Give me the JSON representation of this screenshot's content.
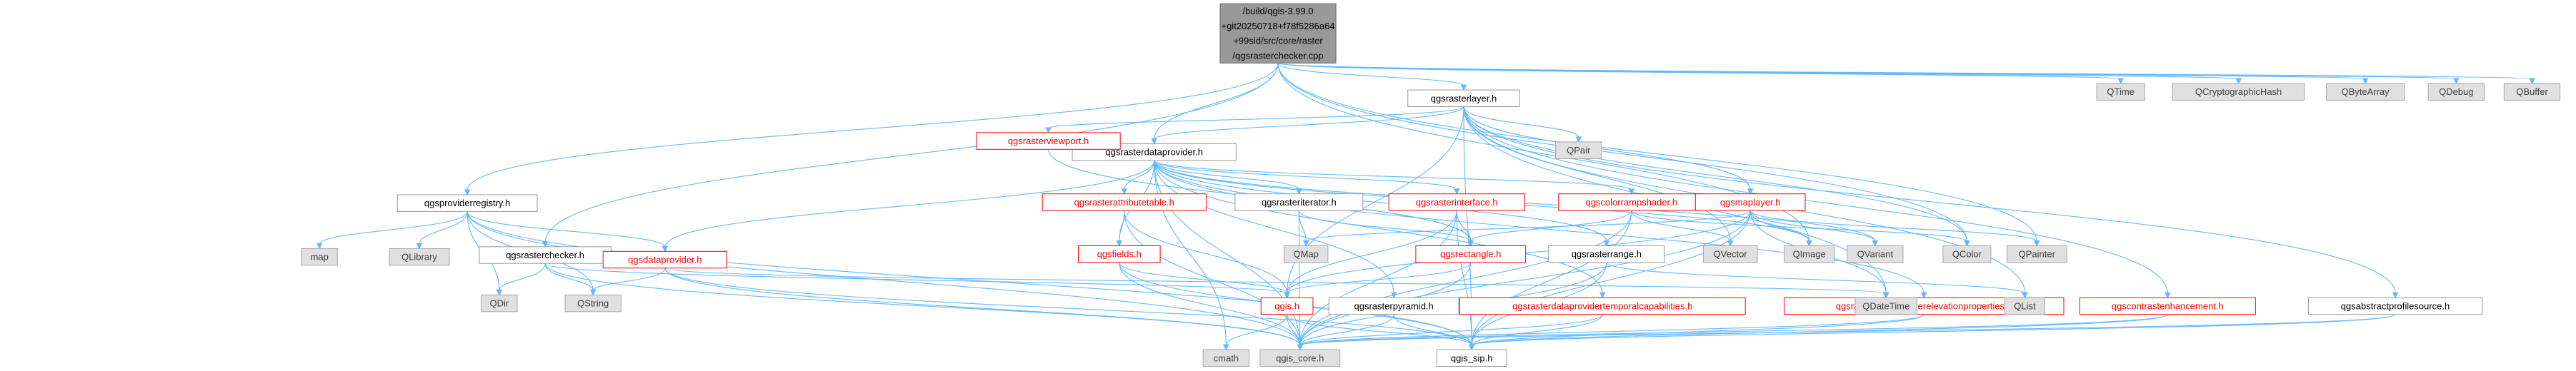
{
  "diagram": {
    "type": "include-dependency-graph",
    "root": {
      "id": "root",
      "lines": [
        "/build/qgis-3.99.0",
        "+git20250718+f78f5286a64",
        "+99sid/src/core/raster",
        "/qgsrasterchecker.cpp"
      ]
    },
    "nodes": [
      {
        "id": "qgsproviderregistry",
        "label": "qgsproviderregistry.h",
        "style": "normal"
      },
      {
        "id": "map",
        "label": "map",
        "style": "gray"
      },
      {
        "id": "qlibrary",
        "label": "QLibrary",
        "style": "gray"
      },
      {
        "id": "qgsrasterchecker_h",
        "label": "qgsrasterchecker.h",
        "style": "normal"
      },
      {
        "id": "qdir",
        "label": "QDir",
        "style": "gray"
      },
      {
        "id": "qstring",
        "label": "QString",
        "style": "gray"
      },
      {
        "id": "qgsdataprovider",
        "label": "qgsdataprovider.h",
        "style": "red"
      },
      {
        "id": "qgsrasterdataprovider",
        "label": "qgsrasterdataprovider.h",
        "style": "normal"
      },
      {
        "id": "qgsrasterviewport",
        "label": "qgsrasterviewport.h",
        "style": "red"
      },
      {
        "id": "qgsrasterlayer",
        "label": "qgsrasterlayer.h",
        "style": "normal"
      },
      {
        "id": "qpair",
        "label": "QPair",
        "style": "gray"
      },
      {
        "id": "qgsrasterattributetable",
        "label": "qgsrasterattributetable.h",
        "style": "red"
      },
      {
        "id": "qgsrasteriterator",
        "label": "qgsrasteriterator.h",
        "style": "normal"
      },
      {
        "id": "qgsrasterinterface",
        "label": "qgsrasterinterface.h",
        "style": "red"
      },
      {
        "id": "qgscolorrampshader",
        "label": "qgscolorrampshader.h",
        "style": "red"
      },
      {
        "id": "qgsmaplayer",
        "label": "qgsmaplayer.h",
        "style": "red"
      },
      {
        "id": "qgsfields",
        "label": "qgsfields.h",
        "style": "red"
      },
      {
        "id": "qmap",
        "label": "QMap",
        "style": "gray"
      },
      {
        "id": "qgsrectangle",
        "label": "qgsrectangle.h",
        "style": "red"
      },
      {
        "id": "qgsrasterrange",
        "label": "qgsrasterrange.h",
        "style": "normal"
      },
      {
        "id": "qvector",
        "label": "QVector",
        "style": "gray"
      },
      {
        "id": "qimage",
        "label": "QImage",
        "style": "gray"
      },
      {
        "id": "qvariant",
        "label": "QVariant",
        "style": "gray"
      },
      {
        "id": "qcolor",
        "label": "QColor",
        "style": "gray"
      },
      {
        "id": "qpainter",
        "label": "QPainter",
        "style": "gray"
      },
      {
        "id": "qgis_h",
        "label": "qgis.h",
        "style": "red"
      },
      {
        "id": "qgsrasterpyramid",
        "label": "qgsrasterpyramid.h",
        "style": "normal"
      },
      {
        "id": "qgsrasterdataprovidertemporalcapabilities",
        "label": "qgsrasterdataprovidertemporalcapabilities.h",
        "style": "red"
      },
      {
        "id": "qgsrasterdataproviderelevationproperties",
        "label": "qgsrasterdataproviderelevationproperties.h",
        "style": "red"
      },
      {
        "id": "qdatetime",
        "label": "QDateTime",
        "style": "gray"
      },
      {
        "id": "qlist",
        "label": "QList",
        "style": "gray"
      },
      {
        "id": "qgscontrastenhancement",
        "label": "qgscontrastenhancement.h",
        "style": "red"
      },
      {
        "id": "qgsabstractprofilesource",
        "label": "qgsabstractprofilesource.h",
        "style": "normal"
      },
      {
        "id": "cmath",
        "label": "cmath",
        "style": "gray"
      },
      {
        "id": "qgis_core",
        "label": "qgis_core.h",
        "style": "gray"
      },
      {
        "id": "qgis_sip",
        "label": "qgis_sip.h",
        "style": "normal"
      },
      {
        "id": "qtime",
        "label": "QTime",
        "style": "gray"
      },
      {
        "id": "qcryptographichash",
        "label": "QCryptographicHash",
        "style": "gray"
      },
      {
        "id": "qbytearray",
        "label": "QByteArray",
        "style": "gray"
      },
      {
        "id": "qdebug",
        "label": "QDebug",
        "style": "gray"
      },
      {
        "id": "qbuffer",
        "label": "QBuffer",
        "style": "gray"
      }
    ],
    "edges": [
      [
        "root",
        "qgsproviderregistry"
      ],
      [
        "root",
        "qgsrasterchecker_h"
      ],
      [
        "root",
        "qgsrasterdataprovider"
      ],
      [
        "root",
        "qgsrasterlayer"
      ],
      [
        "root",
        "qimage"
      ],
      [
        "root",
        "qcolor"
      ],
      [
        "root",
        "qpainter"
      ],
      [
        "root",
        "qtime"
      ],
      [
        "root",
        "qcryptographichash"
      ],
      [
        "root",
        "qbytearray"
      ],
      [
        "root",
        "qdebug"
      ],
      [
        "root",
        "qbuffer"
      ],
      [
        "qgsproviderregistry",
        "map"
      ],
      [
        "qgsproviderregistry",
        "qlibrary"
      ],
      [
        "qgsproviderregistry",
        "qdir"
      ],
      [
        "qgsproviderregistry",
        "qstring"
      ],
      [
        "qgsproviderregistry",
        "qgsdataprovider"
      ],
      [
        "qgsproviderregistry",
        "qgis_core"
      ],
      [
        "qgsproviderregistry",
        "qgis_sip"
      ],
      [
        "qgsrasterchecker_h",
        "qdir"
      ],
      [
        "qgsrasterchecker_h",
        "qstring"
      ],
      [
        "qgsrasterchecker_h",
        "qgis_core"
      ],
      [
        "qgsrasterchecker_h",
        "qgis_h"
      ],
      [
        "qgsdataprovider",
        "qstring"
      ],
      [
        "qgsdataprovider",
        "qgis_core"
      ],
      [
        "qgsdataprovider",
        "qgis_sip"
      ],
      [
        "qgsdataprovider",
        "qdatetime"
      ],
      [
        "qgsrasterdataprovider",
        "qgsdataprovider"
      ],
      [
        "qgsrasterdataprovider",
        "qgsrasterattributetable"
      ],
      [
        "qgsrasterdataprovider",
        "qgsrasteriterator"
      ],
      [
        "qgsrasterdataprovider",
        "qgsrasterinterface"
      ],
      [
        "qgsrasterdataprovider",
        "qgscolorrampshader"
      ],
      [
        "qgsrasterdataprovider",
        "qgsfields"
      ],
      [
        "qgsrasterdataprovider",
        "qgsrectangle"
      ],
      [
        "qgsrasterdataprovider",
        "qgsrasterrange"
      ],
      [
        "qgsrasterdataprovider",
        "qgsrasterpyramid"
      ],
      [
        "qgsrasterdataprovider",
        "qgsrasterdataprovidertemporalcapabilities"
      ],
      [
        "qgsrasterdataprovider",
        "qgsrasterdataproviderelevationproperties"
      ],
      [
        "qgsrasterdataprovider",
        "qimage"
      ],
      [
        "qgsrasterdataprovider",
        "qvariant"
      ],
      [
        "qgsrasterdataprovider",
        "qgis_core"
      ],
      [
        "qgsrasterdataprovider",
        "cmath"
      ],
      [
        "qgsrasterlayer",
        "qgsrasterviewport"
      ],
      [
        "qgsrasterlayer",
        "qgsrasterdataprovider"
      ],
      [
        "qgsrasterlayer",
        "qpair"
      ],
      [
        "qgsrasterlayer",
        "qgsmaplayer"
      ],
      [
        "qgsrasterlayer",
        "qgscontrastenhancement"
      ],
      [
        "qgsrasterlayer",
        "qgsabstractprofilesource"
      ],
      [
        "qgsrasterlayer",
        "qcolor"
      ],
      [
        "qgsrasterlayer",
        "qvector"
      ],
      [
        "qgsrasterlayer",
        "qdatetime"
      ],
      [
        "qgsrasterlayer",
        "qlist"
      ],
      [
        "qgsrasterlayer",
        "qgis_sip"
      ],
      [
        "qgsrasterlayer",
        "qgis_h"
      ],
      [
        "qgsrasterviewport",
        "qgsrectangle"
      ],
      [
        "qgsrasterattributetable",
        "qgsfields"
      ],
      [
        "qgsrasterattributetable",
        "qgis_h"
      ],
      [
        "qgsrasterattributetable",
        "qgis_core"
      ],
      [
        "qgsrasteriterator",
        "qmap"
      ],
      [
        "qgsrasteriterator",
        "qgsrectangle"
      ],
      [
        "qgsrasteriterator",
        "qgis_core"
      ],
      [
        "qgsrasterinterface",
        "qgsrectangle"
      ],
      [
        "qgsrasterinterface",
        "qgis_h"
      ],
      [
        "qgsrasterinterface",
        "qgis_core"
      ],
      [
        "qgsrasterinterface",
        "qgis_sip"
      ],
      [
        "qgscolorrampshader",
        "qcolor"
      ],
      [
        "qgscolorrampshader",
        "qvector"
      ],
      [
        "qgscolorrampshader",
        "qgsrectangle"
      ],
      [
        "qgscolorrampshader",
        "qgis_core"
      ],
      [
        "qgscolorrampshader",
        "qgis_sip"
      ],
      [
        "qgsmaplayer",
        "qmap"
      ],
      [
        "qgsmaplayer",
        "qimage"
      ],
      [
        "qgsmaplayer",
        "qvariant"
      ],
      [
        "qgsmaplayer",
        "qpainter"
      ],
      [
        "qgsmaplayer",
        "qdatetime"
      ],
      [
        "qgsmaplayer",
        "qgis_h"
      ],
      [
        "qgsmaplayer",
        "qgis_core"
      ],
      [
        "qgsmaplayer",
        "qgis_sip"
      ],
      [
        "qgsfields",
        "qgis_core"
      ],
      [
        "qgsfields",
        "qgis_sip"
      ],
      [
        "qgsfields",
        "qgis_h"
      ],
      [
        "qgsrectangle",
        "qgis_h"
      ],
      [
        "qgsrectangle",
        "qgis_core"
      ],
      [
        "qgsrasterrange",
        "qlist"
      ],
      [
        "qgsrasterrange",
        "qgis_core"
      ],
      [
        "qgsrasterrange",
        "qgis_sip"
      ],
      [
        "qgis_h",
        "cmath"
      ],
      [
        "qgis_h",
        "qgis_core"
      ],
      [
        "qgis_h",
        "qgis_sip"
      ],
      [
        "qgsrasterpyramid",
        "qgis_core"
      ],
      [
        "qgsrasterpyramid",
        "qgis_sip"
      ],
      [
        "qgsrasterdataprovidertemporalcapabilities",
        "qgis_core"
      ],
      [
        "qgsrasterdataprovidertemporalcapabilities",
        "qgis_sip"
      ],
      [
        "qgsrasterdataproviderelevationproperties",
        "qgis_core"
      ],
      [
        "qgsrasterdataproviderelevationproperties",
        "qgis_sip"
      ],
      [
        "qgscontrastenhancement",
        "qgis_core"
      ],
      [
        "qgscontrastenhancement",
        "qgis_sip"
      ],
      [
        "qgsabstractprofilesource",
        "qgis_core"
      ],
      [
        "qgsabstractprofilesource",
        "qgis_sip"
      ]
    ]
  }
}
